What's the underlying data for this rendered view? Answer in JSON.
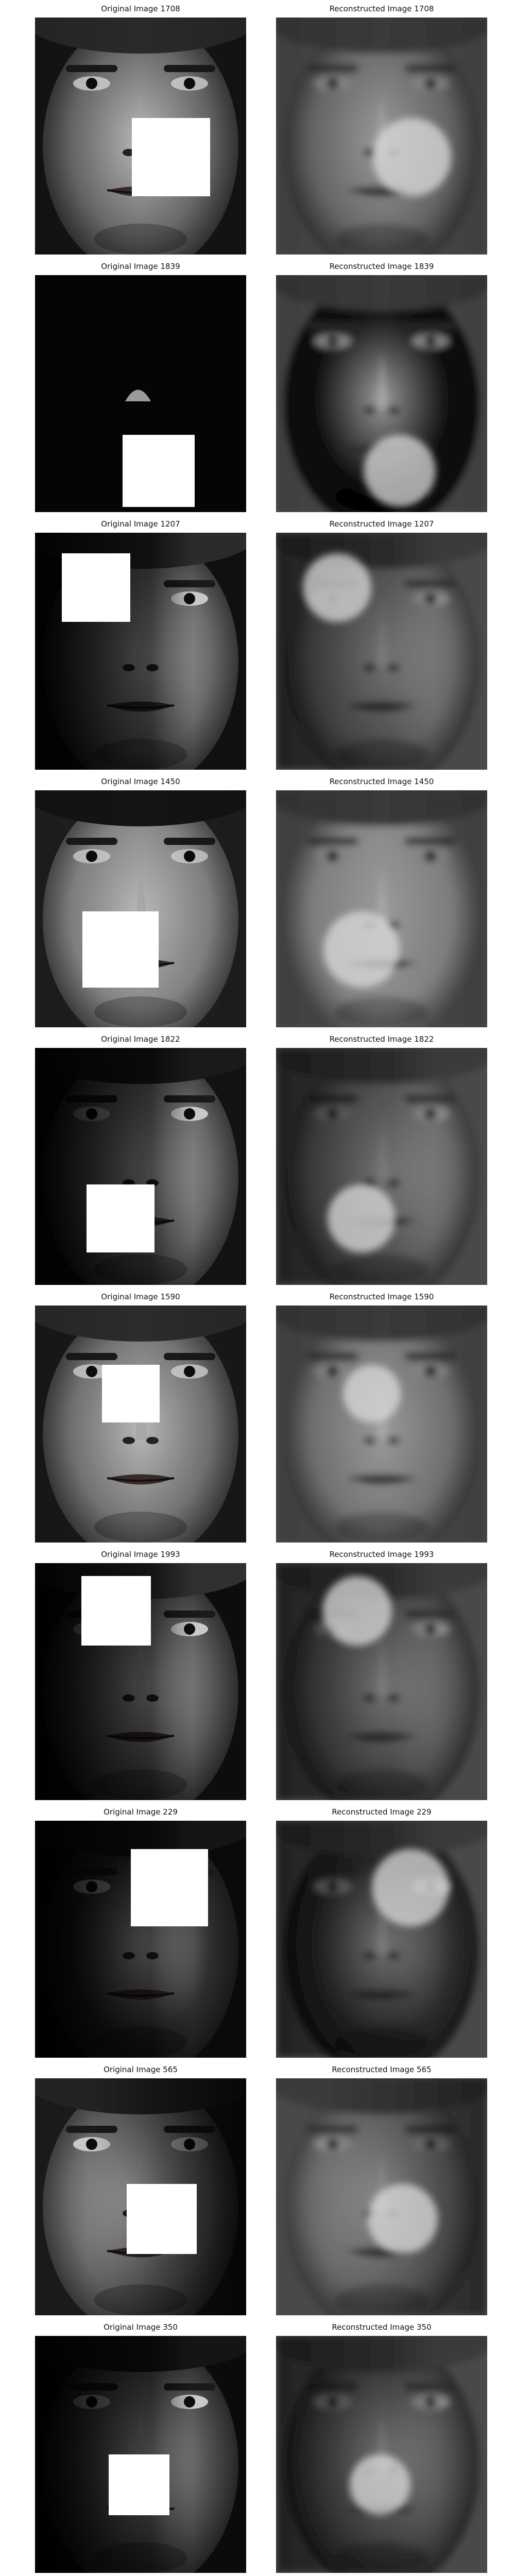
{
  "figure": {
    "pairs": [
      {
        "original_title": "Original Image 1708",
        "reconstructed_title": "Reconstructed Image 1708",
        "skin": "#6e6e6e",
        "bg": "#151515",
        "dark_side": "none",
        "hair": "#2a2a2a"
      },
      {
        "original_title": "Original Image 1839",
        "reconstructed_title": "Reconstructed Image 1839",
        "skin": "#0a0a0a",
        "bg": "#050505",
        "dark_side": "full",
        "hair": "#050505"
      },
      {
        "original_title": "Original Image 1207",
        "reconstructed_title": "Reconstructed Image 1207",
        "skin": "#6a6a6a",
        "bg": "#101010",
        "dark_side": "left",
        "hair": "#2b2b2b"
      },
      {
        "original_title": "Original Image 1450",
        "reconstructed_title": "Reconstructed Image 1450",
        "skin": "#8a8a8a",
        "bg": "#202020",
        "dark_side": "none",
        "hair": "#141414"
      },
      {
        "original_title": "Original Image 1822",
        "reconstructed_title": "Reconstructed Image 1822",
        "skin": "#6a6a6a",
        "bg": "#121212",
        "dark_side": "left",
        "hair": "#1a1a1a"
      },
      {
        "original_title": "Original Image 1590",
        "reconstructed_title": "Reconstructed Image 1590",
        "skin": "#7a7a7a",
        "bg": "#1a1a1a",
        "dark_side": "none",
        "hair": "#2c2c2c"
      },
      {
        "original_title": "Original Image 1993",
        "reconstructed_title": "Reconstructed Image 1993",
        "skin": "#5a5a5a",
        "bg": "#0d0d0d",
        "dark_side": "left",
        "hair": "#303030"
      },
      {
        "original_title": "Original Image 229",
        "reconstructed_title": "Reconstructed Image 229",
        "skin": "#2e2e2e",
        "bg": "#0a0a0a",
        "dark_side": "left",
        "hair": "#151515"
      },
      {
        "original_title": "Original Image 565",
        "reconstructed_title": "Reconstructed Image 565",
        "skin": "#6a6a6a",
        "bg": "#1a1a1a",
        "dark_side": "right",
        "hair": "#232323"
      },
      {
        "original_title": "Original Image 350",
        "reconstructed_title": "Reconstructed Image 350",
        "skin": "#4e4e4e",
        "bg": "#0b0b0b",
        "dark_side": "left",
        "hair": "#151515"
      }
    ]
  }
}
